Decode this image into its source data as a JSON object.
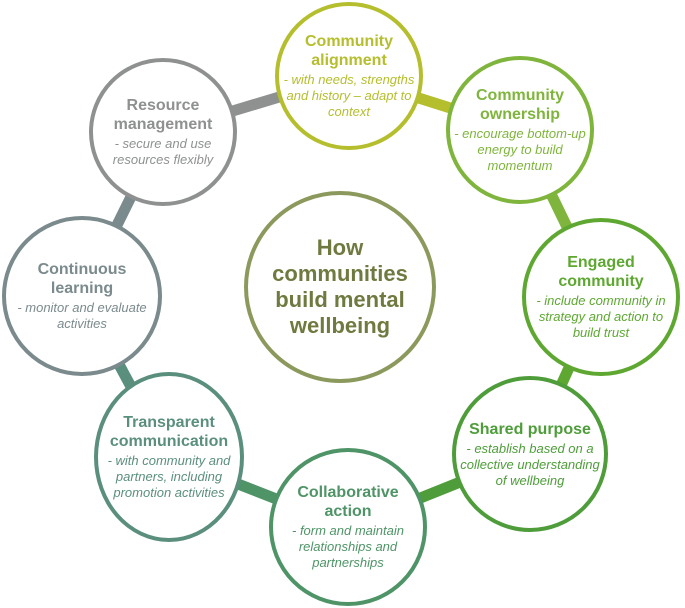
{
  "diagram": {
    "center": {
      "title": "How communities build mental wellbeing",
      "color": "#8c995c"
    },
    "nodes": [
      {
        "id": "community-alignment",
        "title": "Community alignment",
        "description": "- with needs, strengths and history – adapt to context",
        "color": "#b5be2d"
      },
      {
        "id": "community-ownership",
        "title": "Community ownership",
        "description": "- encourage bottom-up energy to build momentum",
        "color": "#7fb53c"
      },
      {
        "id": "engaged-community",
        "title": "Engaged community",
        "description": "- include community in strategy and action to build trust",
        "color": "#5ea832"
      },
      {
        "id": "shared-purpose",
        "title": "Shared purpose",
        "description": "- establish based on a collective understanding of wellbeing",
        "color": "#4e9d3a"
      },
      {
        "id": "collaborative-action",
        "title": "Collaborative action",
        "description": "- form and maintain relationships and partnerships",
        "color": "#4f9467"
      },
      {
        "id": "transparent-communication",
        "title": "Transparent communication",
        "description": "- with community and partners, including promotion activities",
        "color": "#5b8f7d"
      },
      {
        "id": "continuous-learning",
        "title": "Continuous learning",
        "description": "- monitor and evaluate activities",
        "color": "#7b8a8c"
      },
      {
        "id": "resource-management",
        "title": "Resource management",
        "description": "- secure and use resources flexibly",
        "color": "#8f9191"
      }
    ]
  }
}
